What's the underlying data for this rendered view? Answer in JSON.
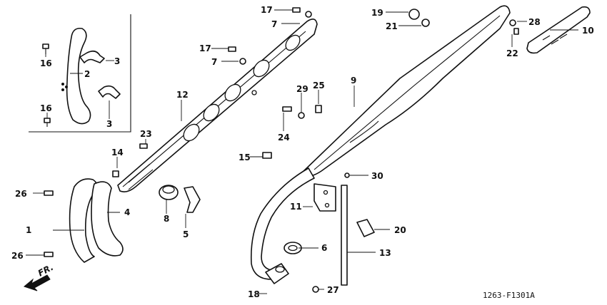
{
  "diagram": {
    "callouts": [
      "1",
      "2",
      "3",
      "3",
      "4",
      "5",
      "6",
      "7",
      "7",
      "8",
      "9",
      "10",
      "11",
      "12",
      "13",
      "14",
      "15",
      "16",
      "16",
      "17",
      "17",
      "18",
      "19",
      "20",
      "21",
      "22",
      "23",
      "24",
      "25",
      "26",
      "26",
      "27",
      "28",
      "29",
      "30"
    ],
    "direction_label": "FR.",
    "figure_code": "1263-F1301A"
  }
}
